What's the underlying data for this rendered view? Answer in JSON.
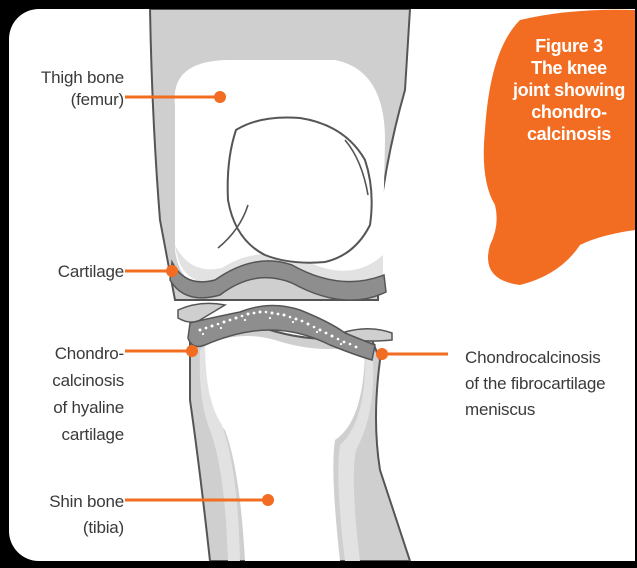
{
  "figure": {
    "number": "Figure 3",
    "title_lines": [
      "The knee",
      "joint showing",
      "chondro-",
      "calcinosis"
    ]
  },
  "labels": {
    "femur": [
      "Thigh bone",
      "(femur)"
    ],
    "cartilage": [
      "Cartilage"
    ],
    "hyaline": [
      "Chondro-",
      "calcinosis",
      "of hyaline",
      "cartilage"
    ],
    "tibia": [
      "Shin bone",
      "(tibia)"
    ],
    "meniscus": [
      "Chondrocalcinosis",
      "of the fibrocartilage",
      "meniscus"
    ]
  },
  "colors": {
    "accent": "#f26d21",
    "bone_outline": "#555555",
    "bone_grey": "#cfcfcf",
    "cartilage_grey": "#8e8e8e",
    "crystal_dots": "#ffffff"
  }
}
